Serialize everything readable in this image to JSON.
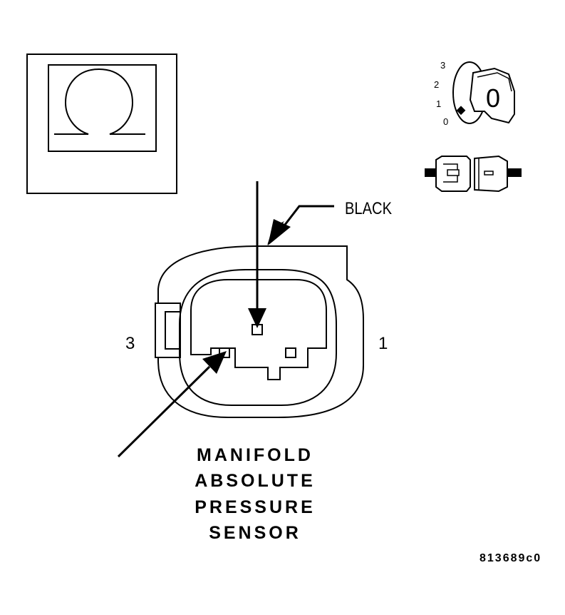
{
  "wire_color_label": "BLACK",
  "pin_left_label": "3",
  "pin_right_label": "1",
  "title_lines": [
    "MANIFOLD",
    "ABSOLUTE",
    "PRESSURE",
    "SENSOR"
  ],
  "figure_id": "813689c0",
  "ignition_positions": [
    "3",
    "2",
    "1",
    "0"
  ],
  "ignition_key_label": "0",
  "meter_symbol": "Ω",
  "icons": {
    "meter": "ohmmeter-icon",
    "ignition": "ignition-key-off-icon",
    "connector": "disconnected-connector-icon"
  }
}
